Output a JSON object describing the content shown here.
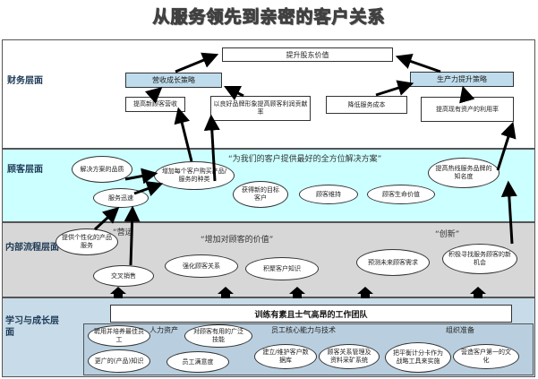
{
  "title": "从服务领先到亲密的客户关系",
  "layers": {
    "financial": "财务层面",
    "customer": "顾客层面",
    "process": "内部流程层面",
    "learning": "学习与成长层面"
  },
  "financial": {
    "top": "提升股东价值",
    "revenue": "营收成长策略",
    "productivity": "生产力提升策略",
    "new_customer": "提高新顾客营收",
    "brand_profit": "以良好品牌形象提高顾客利润贡献率",
    "cost": "降低服务成本",
    "asset": "提高现有资产的利用率"
  },
  "customer": {
    "banner": "“为我们的客户提供最好的全方位解决方案”",
    "solution": "解决方案的品质",
    "increase_products": "增加每个客户购买产品/服务的种类",
    "fast_service": "服务迅速",
    "acquire": "获得新的目标客户",
    "retention": "顾客维持",
    "lifetime": "顾客生命价值",
    "brand": "提高热线服务品牌的知名度"
  },
  "process": {
    "label_ops": "“营运",
    "label_value": "“增加对顾客的价值”",
    "label_innov": "“创新”",
    "personalized": "提供个性化的产品服务",
    "cross_sell": "交叉销售",
    "relationship": "强化顾客关系",
    "knowledge": "积聚客户知识",
    "forecast": "预测未来顾客需求",
    "opportunity": "积极寻找服务顾客的新机会"
  },
  "learning": {
    "team": "训练有素且士气高昂的工作团队",
    "cat_hr": "人力资产",
    "cat_capability": "员工核心能力与技术",
    "cat_org": "组织准备",
    "hire": "聘用并培养最佳员工",
    "training": "对顾客有用的广泛技能",
    "product_knowledge": "更广的(产品)知识",
    "satisfaction": "员工满意度",
    "database": "建立/维护客户数据库",
    "crm": "顾客关系管理及资料采矿系统",
    "scorecard": "把平衡计分卡作为战略工具来实施",
    "culture": "营造客户第一的文化"
  }
}
